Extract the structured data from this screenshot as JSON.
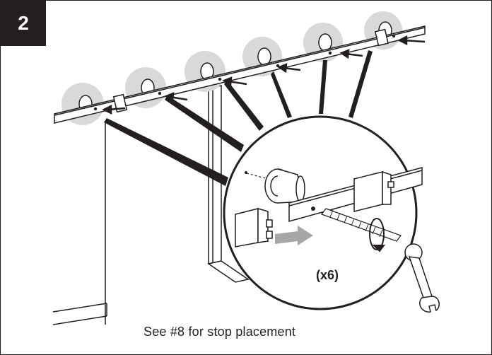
{
  "step": {
    "number": "2"
  },
  "detail": {
    "multiplier": "(x6)"
  },
  "caption": {
    "text": "See #8 for stop placement"
  },
  "colors": {
    "ink": "#231f20",
    "highlight": "#d9d9d9",
    "arrow_gray": "#a6a6a6",
    "paper": "#ffffff"
  },
  "icons": [
    "wall-bolt-icon",
    "wrench-icon",
    "rotate-arrow-icon",
    "insert-arrow-icon",
    "callout-arrow-icon"
  ]
}
